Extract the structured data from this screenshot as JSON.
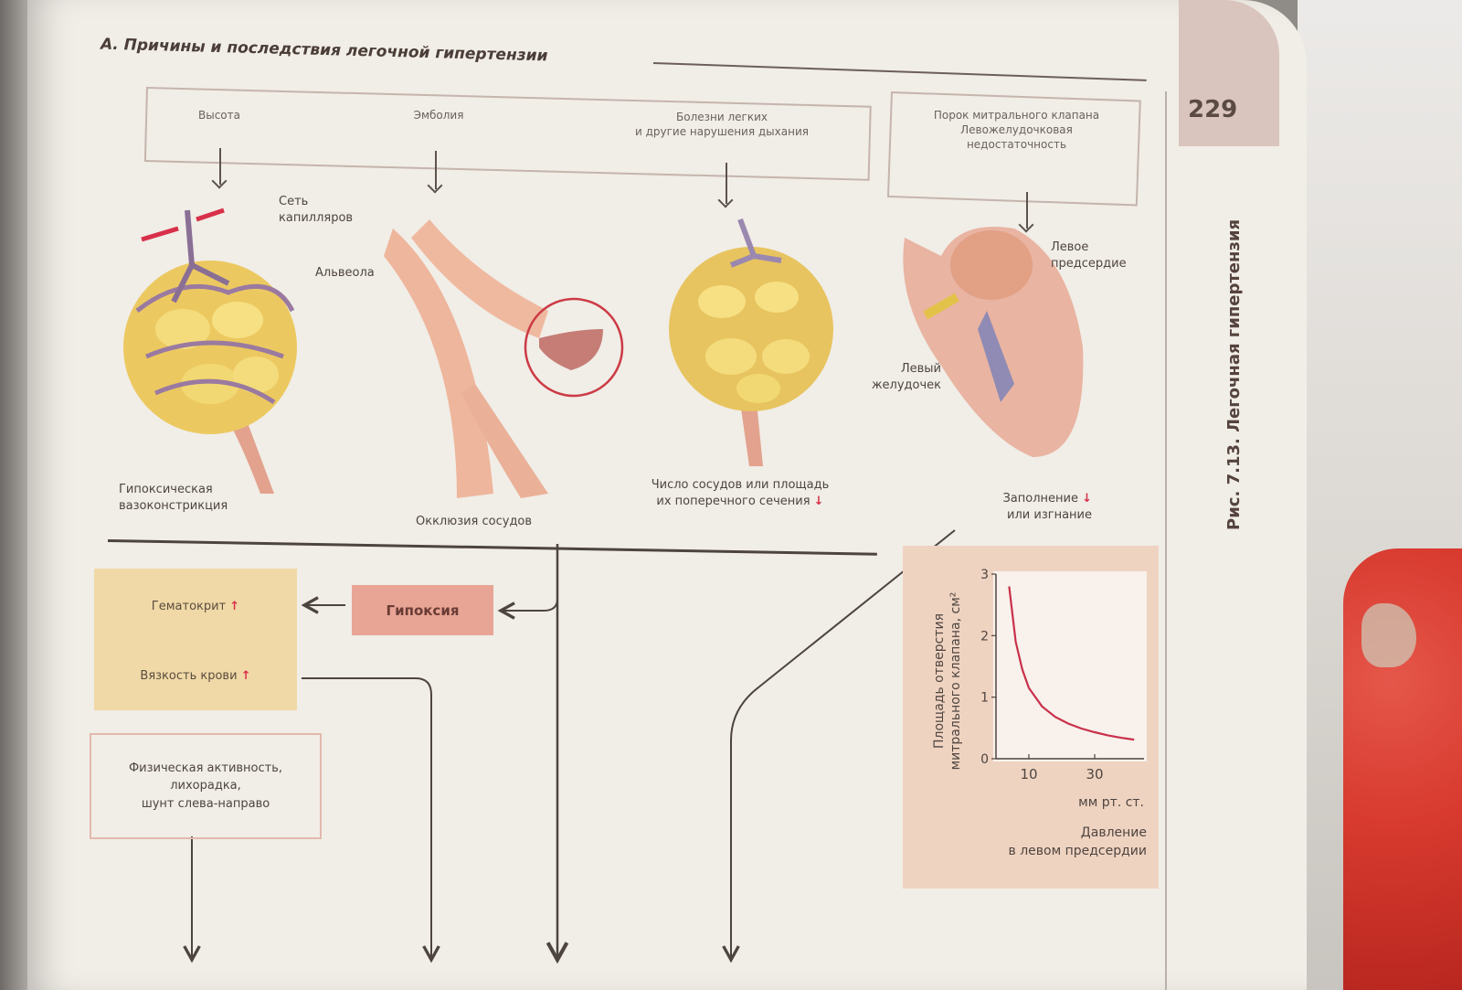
{
  "page": {
    "number": "229",
    "side_caption_prefix": "Рис. 7.13.",
    "side_caption_title": "Легочная гипертензия",
    "heading": "А. Причины и последствия легочной гипертензии"
  },
  "causes": {
    "altitude": "Высота",
    "embolism": "Эмболия",
    "lung_disease_line1": "Болезни легких",
    "lung_disease_line2": "и другие нарушения дыхания",
    "mitral_line1": "Порок митрального клапана",
    "mitral_line2": "Левожелудочковая",
    "mitral_line3": "недостаточность"
  },
  "illustration_labels": {
    "capillary_net_line1": "Сеть",
    "capillary_net_line2": "капилляров",
    "alveolus": "Альвеола",
    "left_atrium_line1": "Левое",
    "left_atrium_line2": "предсердие",
    "left_ventricle_line1": "Левый",
    "left_ventricle_line2": "желудочек",
    "hypoxic_line1": "Гипоксическая",
    "hypoxic_line2": "вазоконстрикция",
    "occlusion": "Окклюзия сосудов",
    "vessels_line1": "Число сосудов или площадь",
    "vessels_line2": "их поперечного сечения",
    "filling_line1": "Заполнение",
    "filling_line2": "или изгнание",
    "down_arrow": "↓",
    "up_arrow": "↑"
  },
  "flow": {
    "hypoxia": "Гипоксия",
    "hematocrit": "Гематокрит",
    "blood_viscosity": "Вязкость крови",
    "activity_line1": "Физическая активность,",
    "activity_line2": "лихорадка,",
    "activity_line3": "шунт слева-направо"
  },
  "colors": {
    "accent_red": "#d8304a",
    "box_hypoxia": "#e8a596",
    "box_blood": "#f0d9a6",
    "chart_bg": "#efd3c1",
    "curve": "#c9304a"
  },
  "chart_data": {
    "type": "line",
    "x": [
      4,
      6,
      8,
      10,
      14,
      18,
      22,
      26,
      30,
      34,
      38,
      42
    ],
    "series": [
      {
        "values": [
          2.8,
          1.9,
          1.45,
          1.15,
          0.85,
          0.68,
          0.57,
          0.49,
          0.43,
          0.38,
          0.34,
          0.31
        ]
      }
    ],
    "xticks": [
      "10",
      "30"
    ],
    "xtick_values": [
      10,
      30
    ],
    "yticks": [
      "0",
      "1",
      "2",
      "3"
    ],
    "ytick_values": [
      0,
      1,
      2,
      3
    ],
    "xlim": [
      0,
      45
    ],
    "ylim": [
      0,
      3
    ],
    "ylabel_line1": "Площадь отверстия",
    "ylabel_line2": "митрального клапана, см²",
    "xunit": "мм рт. ст.",
    "xlabel_line1": "Давление",
    "xlabel_line2": "в левом предсердии",
    "grid": false
  }
}
